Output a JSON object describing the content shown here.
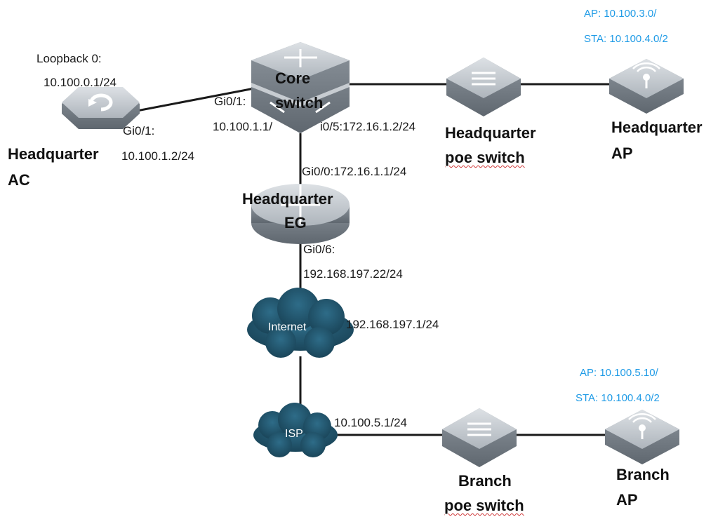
{
  "colors": {
    "device_body": "#8f979f",
    "device_top": "#c9ced3",
    "cloud": "#1e4f66",
    "link": "#1a1a1a",
    "ip_text": "#1f9be6",
    "spellcheck": "#d03a3a"
  },
  "devices": {
    "core_switch": {
      "icon": "layer3-switch-icon",
      "label_line1": "Core",
      "label_line2": "switch"
    },
    "hq_ac": {
      "icon": "wireless-controller-icon",
      "label_line1": "Headquarter",
      "label_line2": "AC"
    },
    "hq_poe_switch": {
      "icon": "poe-switch-icon",
      "label_line1": "Headquarter",
      "label_line2": "poe switch"
    },
    "hq_ap": {
      "icon": "access-point-icon",
      "label_line1": "Headquarter",
      "label_line2": "AP"
    },
    "hq_eg": {
      "icon": "router-icon",
      "label_line1": "Headquarter",
      "label_line2": "EG"
    },
    "internet": {
      "icon": "cloud-icon",
      "label": "Internet"
    },
    "isp": {
      "icon": "cloud-icon",
      "label": "ISP"
    },
    "branch_poe_switch": {
      "icon": "poe-switch-icon",
      "label_line1": "Branch",
      "label_line2": "poe switch"
    },
    "branch_ap": {
      "icon": "access-point-icon",
      "label_line1": "Branch",
      "label_line2": "AP"
    }
  },
  "annotations": {
    "loopback_label": "Loopback 0:",
    "loopback_ip": "10.100.0.1/24",
    "ac_port": "Gi0/1:",
    "ac_ip": "10.100.1.2/24",
    "core_gi01": "Gi0/1:",
    "core_gi01_ip": "10.100.1.1/",
    "core_gi05": "i0/5:172.16.1.2/24",
    "eg_gi00": "Gi0/0:172.16.1.1/24",
    "eg_gi06": "Gi0/6:",
    "eg_gi06_ip": "192.168.197.22/24",
    "internet_ip": "192.168.197.1/24",
    "isp_ip": "10.100.5.1/24"
  },
  "ip_notes": {
    "hq_ap_net": "AP:   10.100.3.0/",
    "hq_sta_net": "STA: 10.100.4.0/2",
    "branch_ap_net": "AP:   10.100.5.10/",
    "branch_sta_net": "STA: 10.100.4.0/2"
  }
}
